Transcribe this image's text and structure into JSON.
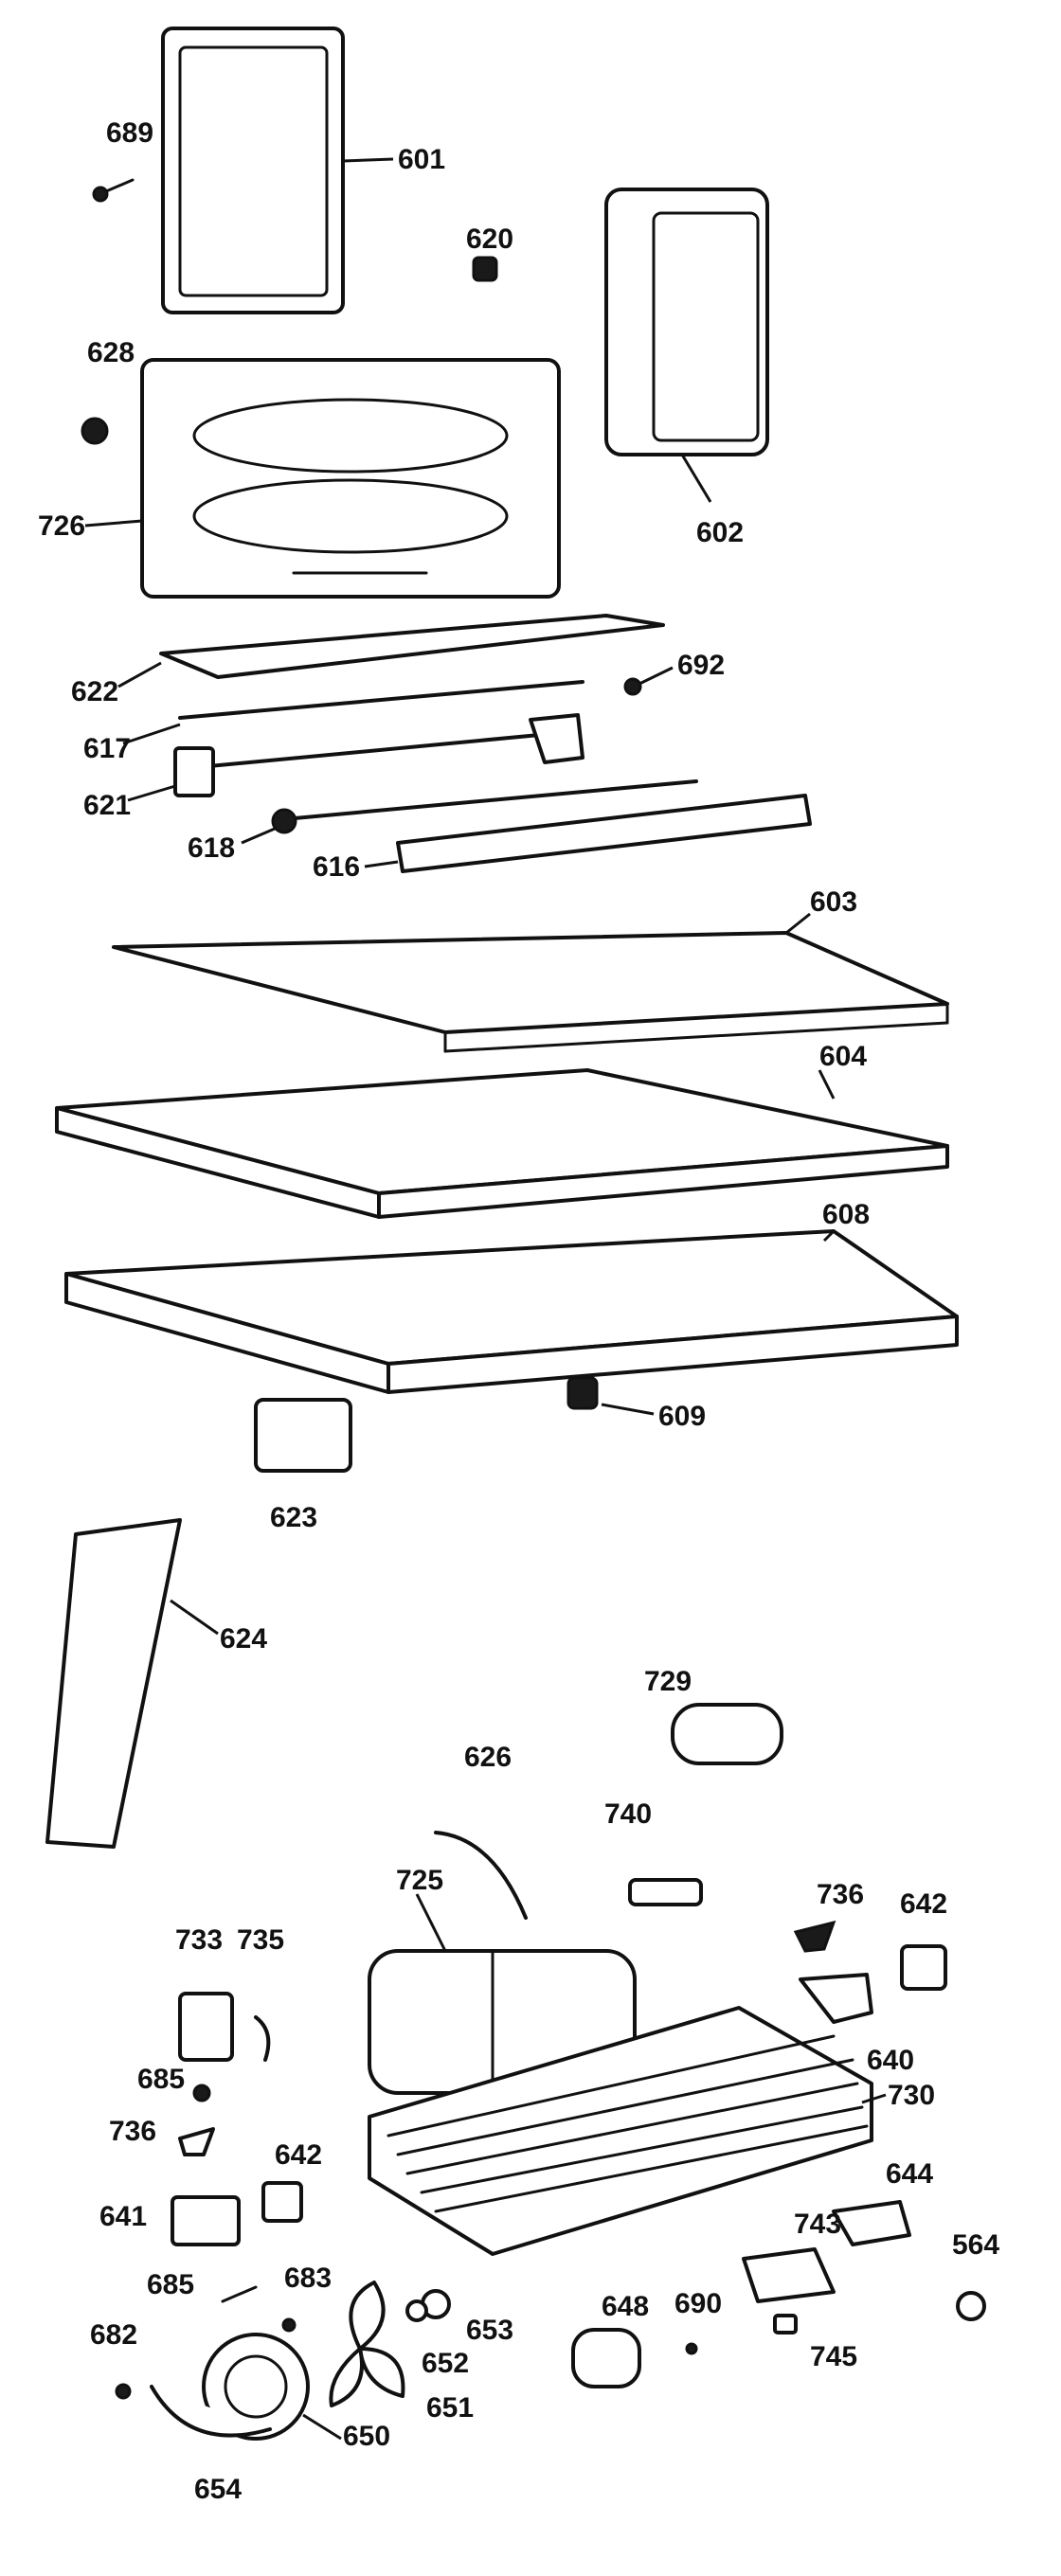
{
  "labels": {
    "p601": "601",
    "p689": "689",
    "p620": "620",
    "p628": "628",
    "p726": "726",
    "p602": "602",
    "p622": "622",
    "p692": "692",
    "p617": "617",
    "p621": "621",
    "p618": "618",
    "p616": "616",
    "p603": "603",
    "p604": "604",
    "p608": "608",
    "p609": "609",
    "p623": "623",
    "p624": "624",
    "p729": "729",
    "p626": "626",
    "p740": "740",
    "p725": "725",
    "p736a": "736",
    "p642a": "642",
    "p733": "733",
    "p735": "735",
    "p640": "640",
    "p685a": "685",
    "p736b": "736",
    "p730": "730",
    "p642b": "642",
    "p641": "641",
    "p644": "644",
    "p683": "683",
    "p564": "564",
    "p685b": "685",
    "p743": "743",
    "p648": "648",
    "p690": "690",
    "p653": "653",
    "p682": "682",
    "p652": "652",
    "p745": "745",
    "p650": "650",
    "p651": "651",
    "p654": "654"
  },
  "colors": {
    "ink": "#111111",
    "paper": "#ffffff"
  }
}
